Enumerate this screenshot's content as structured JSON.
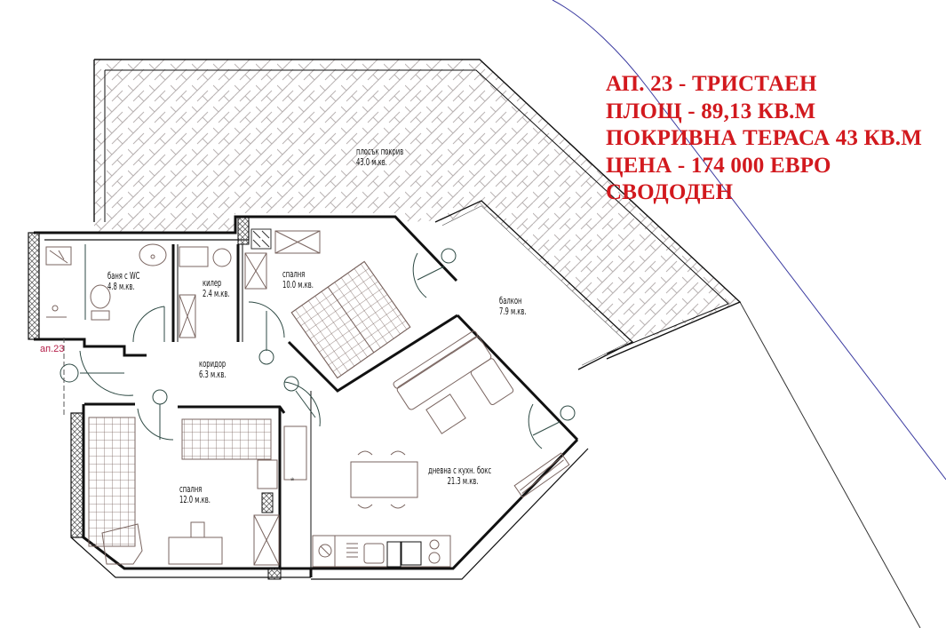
{
  "apartment_info": {
    "lines": [
      "АП. 23 - ТРИСТАЕН",
      "ПЛОЩ - 89,13 КВ.М",
      "ПОКРИВНА ТЕРАСА 43 КВ.М",
      "ЦЕНА - 174 000 ЕВРО",
      "СВОДОДЕН"
    ],
    "color": "#d2191e"
  },
  "apartment_tag": "ап.23",
  "rooms": {
    "roof_terrace": {
      "name": "плосък покрив",
      "area": "43.0 м.кв."
    },
    "bathroom": {
      "name": "баня с WC",
      "area": "4.8 м.кв."
    },
    "storage": {
      "name": "килер",
      "area": "2.4 м.кв."
    },
    "bedroom_1": {
      "name": "спалня",
      "area": "10.0 м.кв."
    },
    "balcony": {
      "name": "балкон",
      "area": "7.9 м.кв."
    },
    "corridor": {
      "name": "коридор",
      "area": "6.3 м.кв."
    },
    "bedroom_2": {
      "name": "спалня",
      "area": "12.0 м.кв."
    },
    "living_kitchen": {
      "name": "дневна с кухн. бокс",
      "area": "21.3 м.кв."
    }
  },
  "colors": {
    "wall": "#111111",
    "furniture": "#7a6560",
    "door": "#2e4a44",
    "hatch": "#b9b3b3",
    "boundary_line": "#3a3aa0"
  }
}
